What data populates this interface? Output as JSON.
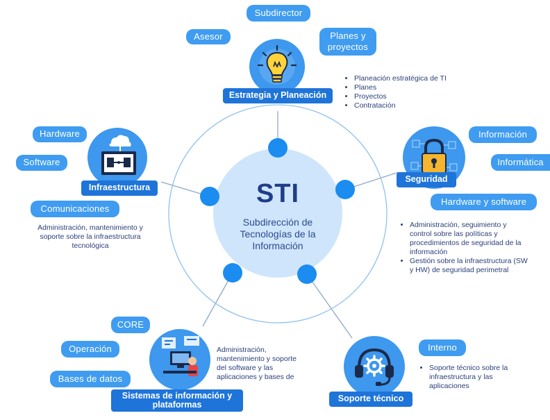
{
  "center": {
    "title": "STI",
    "subtitle_lines": [
      "Subdirección de",
      "Tecnologías de la",
      "Información"
    ]
  },
  "strategy": {
    "label": "Estrategia y Planeación",
    "icon": "lightbulb-icon",
    "tags": {
      "subdirector": "Subdirector",
      "asesor": "Asesor",
      "planes_line1": "Planes y",
      "planes_line2": "proyectos"
    },
    "bullets": [
      "Planeación estratégica de TI",
      "Planes",
      "Proyectos",
      "Contratación"
    ]
  },
  "infra": {
    "label": "Infraestructura",
    "icon": "server-rack-icon",
    "tags": {
      "hardware": "Hardware",
      "software": "Software",
      "comunicaciones": "Comunicaciones"
    },
    "description": [
      "Administración, mantenimiento y",
      "soporte sobre la infraestructura",
      "tecnológica"
    ]
  },
  "security": {
    "label": "Seguridad",
    "icon": "padlock-icon",
    "tags": {
      "informacion": "Información",
      "informatica": "Informática",
      "hw_sw": "Hardware y software"
    },
    "bullets": [
      [
        "Administración, seguimiento y",
        "control sobre las políticas y",
        "procedimientos de seguridad de la",
        "información"
      ],
      [
        "Gestión sobre la infraestructura (SW",
        "y HW) de seguridad perimetral"
      ]
    ]
  },
  "systems": {
    "label_line1": "Sistemas de información y",
    "label_line2": "plataformas",
    "icon": "developer-workstation-icon",
    "tags": {
      "core": "CORE",
      "operacion": "Operación",
      "bases": "Bases de datos"
    },
    "description": [
      "Administración,",
      "mantenimiento y soporte",
      "del software y las",
      "aplicaciones y bases de"
    ]
  },
  "support": {
    "label": "Soporte técnico",
    "icon": "headset-gear-icon",
    "tags": {
      "interno": "Interno"
    },
    "bullets": [
      [
        "Soporte técnico sobre la",
        "infraestructura y las",
        "aplicaciones"
      ]
    ]
  },
  "colors": {
    "pill": "#3f9cf0",
    "banner": "#1e74d9",
    "center_fill": "#cfe5fb",
    "center_text": "#1f3d8a",
    "ring": "#8fc1ee",
    "connector": "#8fa8c8",
    "dot": "#1b8cf0",
    "body_text": "#2b3f7a"
  }
}
